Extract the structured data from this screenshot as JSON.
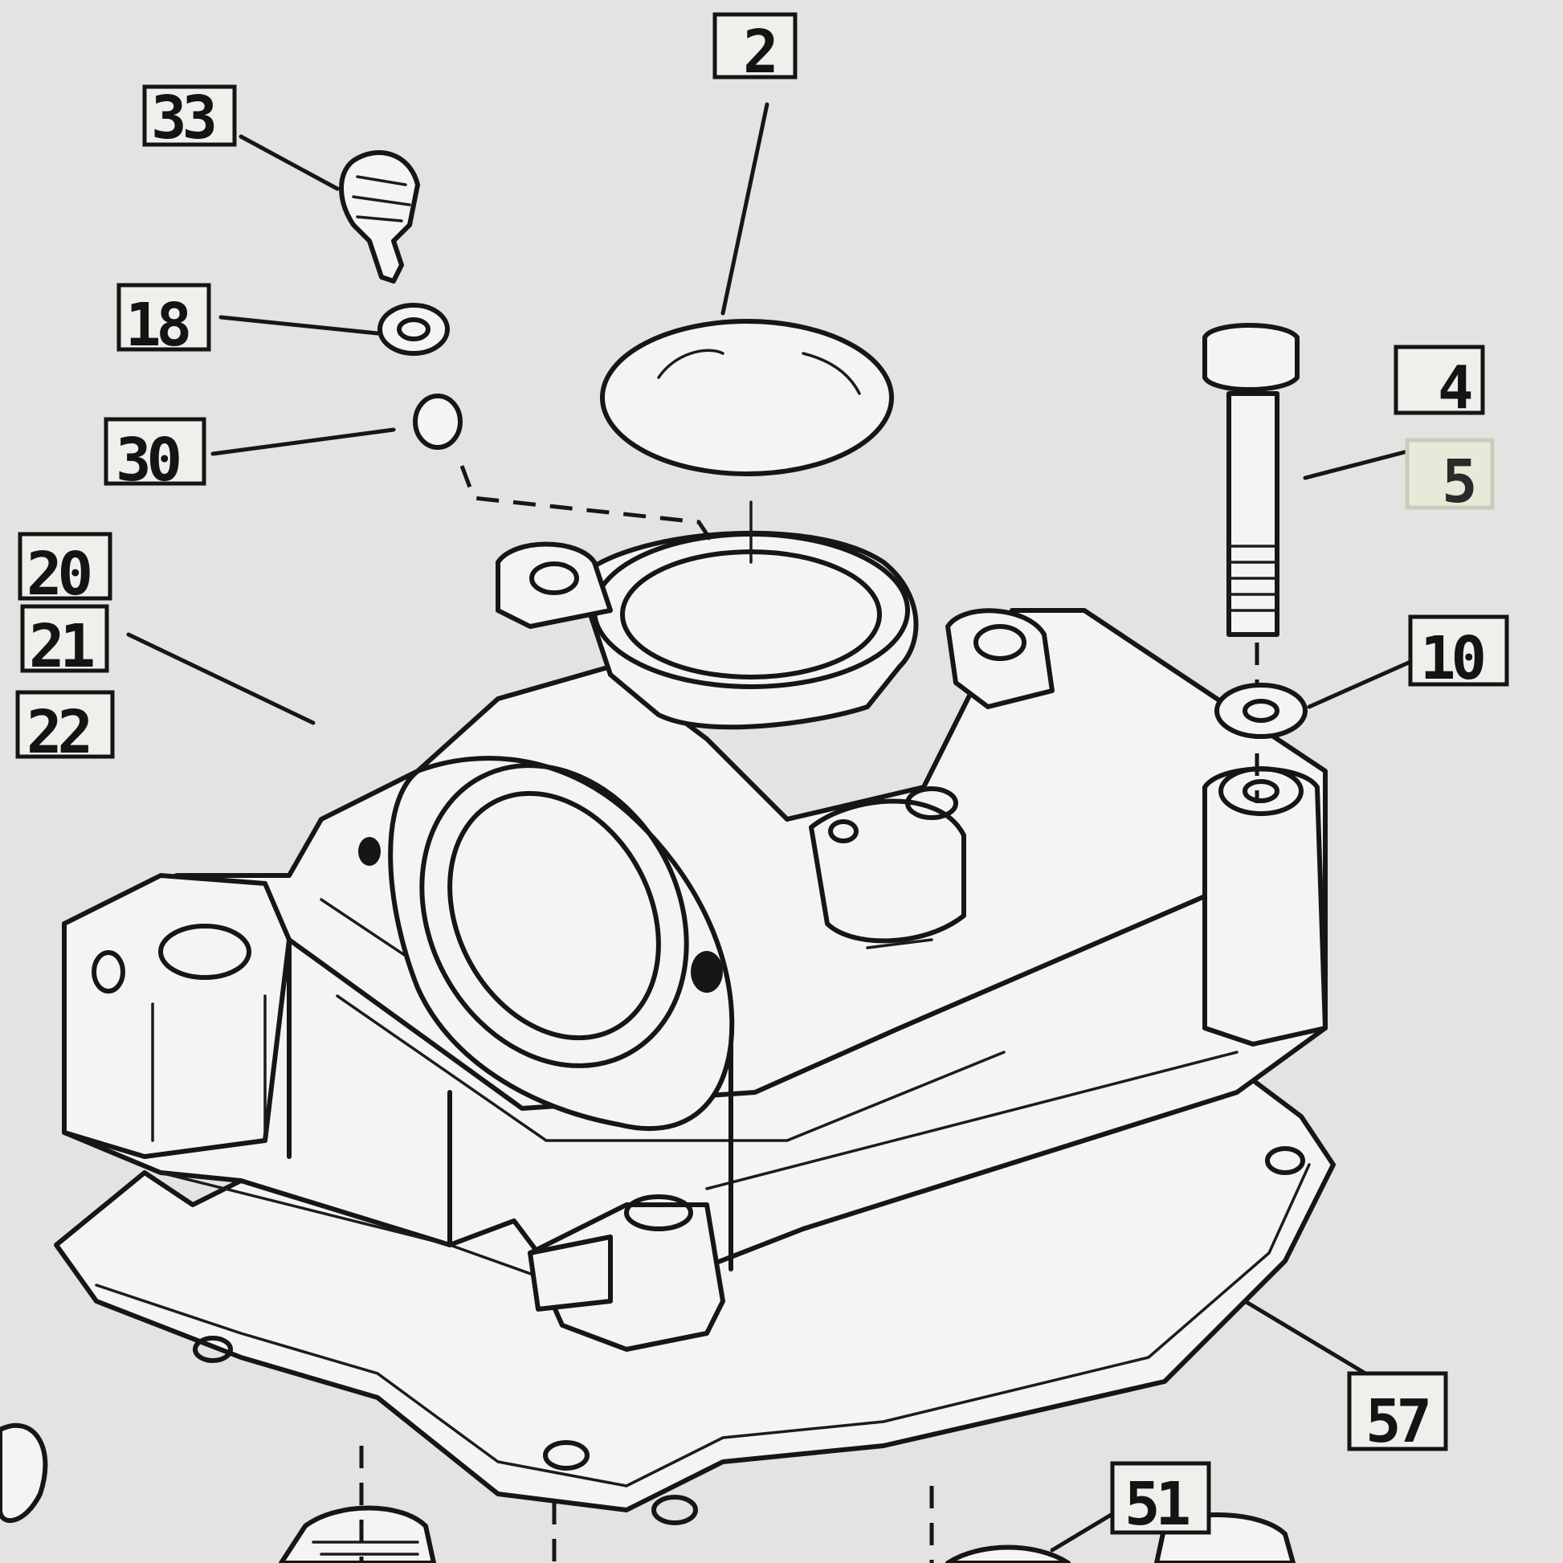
{
  "diagram": {
    "callouts": [
      {
        "id": "33",
        "label": "33"
      },
      {
        "id": "2",
        "label": "2"
      },
      {
        "id": "18",
        "label": "18"
      },
      {
        "id": "30",
        "label": "30"
      },
      {
        "id": "20",
        "label": "20"
      },
      {
        "id": "21",
        "label": "21"
      },
      {
        "id": "22",
        "label": "22"
      },
      {
        "id": "4",
        "label": "4"
      },
      {
        "id": "5",
        "label": "5"
      },
      {
        "id": "10",
        "label": "10"
      },
      {
        "id": "57",
        "label": "57"
      },
      {
        "id": "51",
        "label": "51"
      }
    ]
  }
}
